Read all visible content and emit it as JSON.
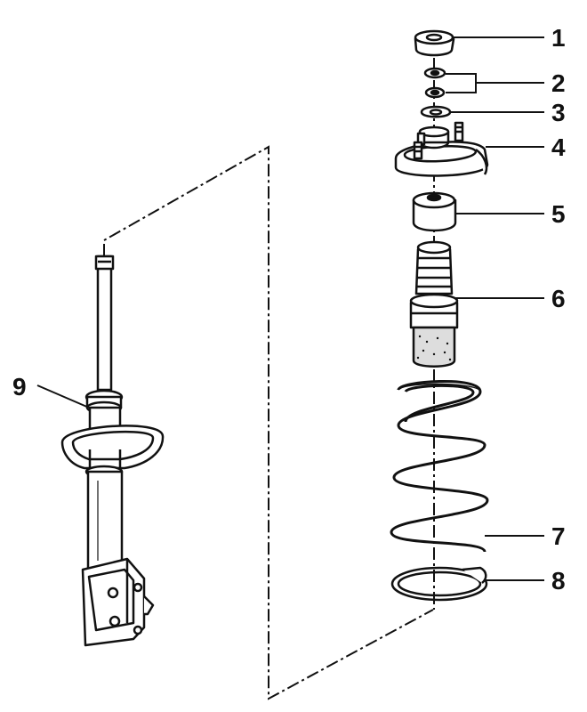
{
  "callouts": [
    {
      "id": "callout-1",
      "text": "1"
    },
    {
      "id": "callout-2",
      "text": "2"
    },
    {
      "id": "callout-3",
      "text": "3"
    },
    {
      "id": "callout-4",
      "text": "4"
    },
    {
      "id": "callout-5",
      "text": "5"
    },
    {
      "id": "callout-6",
      "text": "6"
    },
    {
      "id": "callout-7",
      "text": "7"
    },
    {
      "id": "callout-8",
      "text": "8"
    },
    {
      "id": "callout-9",
      "text": "9"
    }
  ],
  "colors": {
    "ink": "#111111",
    "paper": "#ffffff"
  }
}
